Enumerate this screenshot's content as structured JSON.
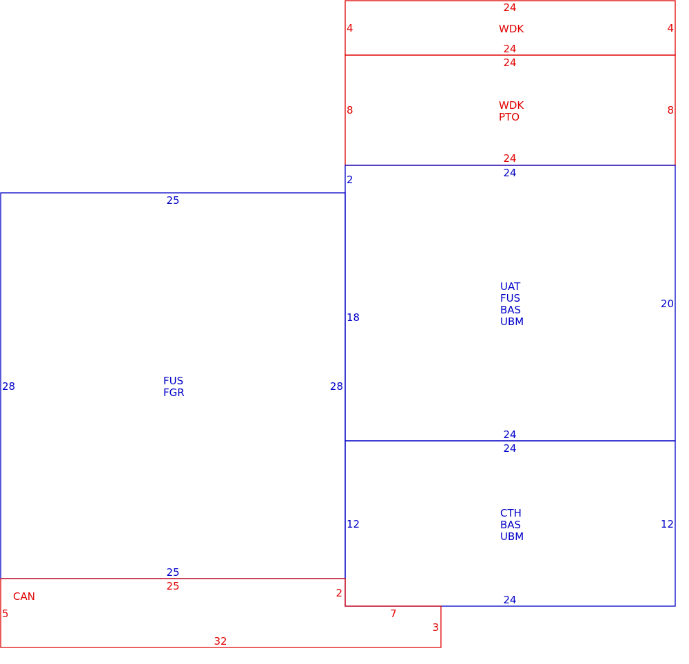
{
  "colors": {
    "red": "#e00000",
    "blue": "#0000c8"
  },
  "sections": {
    "wdk": {
      "codes": [
        "WDK"
      ],
      "dims": {
        "top": "24",
        "bottom": "24",
        "left": "4",
        "right": "4"
      }
    },
    "wdk_pto": {
      "codes": [
        "WDK",
        "PTO"
      ],
      "dims": {
        "top": "24",
        "bottom": "24",
        "left": "8",
        "right": "8"
      }
    },
    "uat": {
      "codes": [
        "UAT",
        "FUS",
        "BAS",
        "UBM"
      ],
      "dims": {
        "top": "24",
        "bottom": "24",
        "left_upper": "2",
        "left": "18",
        "right": "20"
      }
    },
    "cth": {
      "codes": [
        "CTH",
        "BAS",
        "UBM"
      ],
      "dims": {
        "top": "24",
        "bottom": "24",
        "left": "12",
        "right": "12"
      }
    },
    "fus": {
      "codes": [
        "FUS",
        "FGR"
      ],
      "dims": {
        "top": "25",
        "bottom": "25",
        "left": "28",
        "right": "28"
      }
    },
    "can": {
      "codes": [
        "CAN"
      ],
      "dims": {
        "top": "25",
        "upper_right": "2",
        "step": "7",
        "right": "3",
        "left": "5",
        "bottom": "32"
      }
    }
  }
}
